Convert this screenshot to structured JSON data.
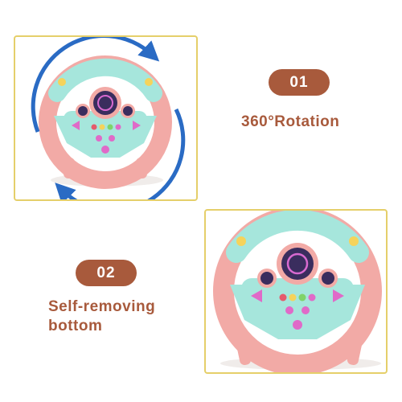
{
  "features": [
    {
      "number": "01",
      "title": "360°Rotation"
    },
    {
      "number": "02",
      "title_line1": "Self-removing",
      "title_line2": "bottom"
    }
  ],
  "colors": {
    "frame_border": "#e5cf6a",
    "accent_brown": "#a85a3c",
    "wheel_pink": "#f2aaa6",
    "wheel_teal": "#a6e6dc",
    "arrow_blue": "#2a6bc4"
  },
  "icons": [
    "rotation-arrow-icon",
    "steering-wheel-toy"
  ]
}
